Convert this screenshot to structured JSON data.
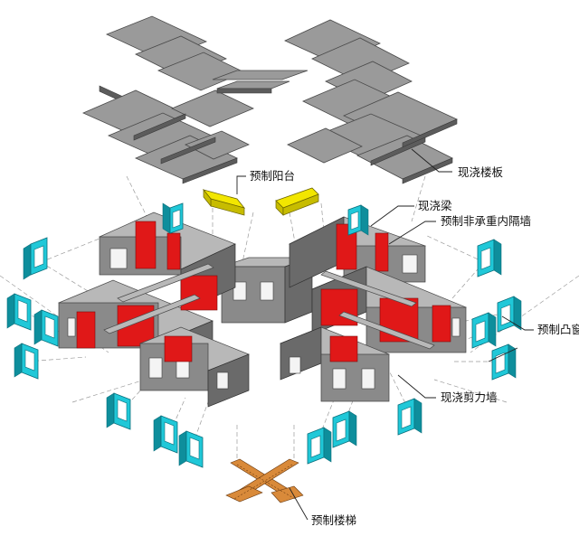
{
  "labels": {
    "cast_slab": "现浇楼板",
    "precast_balcony": "预制阳台",
    "cast_beam": "现浇梁",
    "precast_partition": "预制非承重内隔墙",
    "precast_bay_window": "预制凸窗",
    "cast_shear_wall": "现浇剪力墙",
    "precast_stair": "预制楼梯"
  },
  "colors": {
    "slab": "#9a9a9a",
    "wall": "#8a8a8a",
    "partition": "#e01818",
    "bay_window": "#20c8d8",
    "balcony": "#f2e600",
    "stair": "#d98a3a"
  }
}
